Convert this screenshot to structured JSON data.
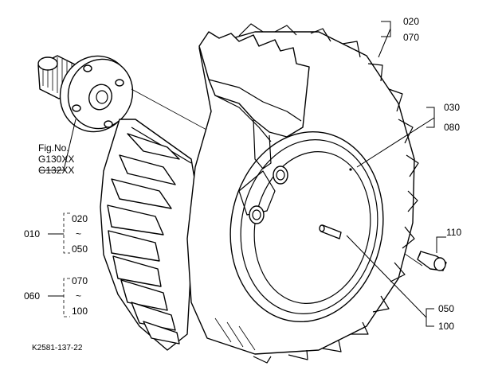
{
  "diagram": {
    "figure_reference": {
      "title": "Fig.No.",
      "codes": [
        "G130XX",
        "G132XX"
      ]
    },
    "callouts": {
      "tire": [
        "020",
        "070"
      ],
      "rim": [
        "030",
        "080"
      ],
      "valve": "110",
      "tube": [
        "050",
        "100"
      ],
      "assembly_left_top": {
        "group": "010",
        "from": "020",
        "to": "050"
      },
      "assembly_left_bottom": {
        "group": "060",
        "from": "070",
        "to": "100"
      },
      "tilde": "~"
    },
    "drawing_id": "K2581-137-22"
  }
}
